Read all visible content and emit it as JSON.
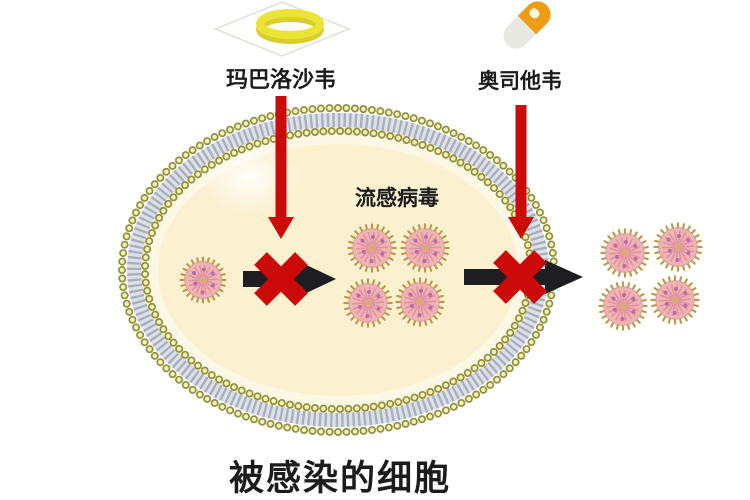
{
  "figure": {
    "caption": "被感染的细胞",
    "virus_label": "流感病毒",
    "drug_left": {
      "name": "玛巴洛沙韦",
      "icon": "tablet-pill-icon"
    },
    "drug_right": {
      "name": "奥司他韦",
      "icon": "capsule-pill-icon"
    },
    "virus_counts": {
      "entering_cell": 1,
      "inside_cell": 4,
      "outside_cell": 4
    },
    "colors": {
      "red_accent": "#cc0a0a",
      "arrow_black": "#1d1d22",
      "cell_fill": "#fbf1d1",
      "bead_stroke": "#8f9038",
      "bead_fill": "#f4f0ba",
      "band_base": "#dce0e8",
      "band_bar": "#a9aebc",
      "virus_body": "#efb4b2",
      "virus_edge": "#d79a98",
      "virus_spike": "#bc9c48",
      "virus_line": "#df8da0",
      "virus_dot": "#b464aa",
      "virus_core": "#d8ab72",
      "capsule_orange": "#ef9c15",
      "capsule_body": "#e9e9e4",
      "tablet_yellow": "#ebe437",
      "tablet_shade": "#d8cf2e",
      "diamond_edge": "#e0e0da",
      "text": "#1c1c1c"
    }
  }
}
